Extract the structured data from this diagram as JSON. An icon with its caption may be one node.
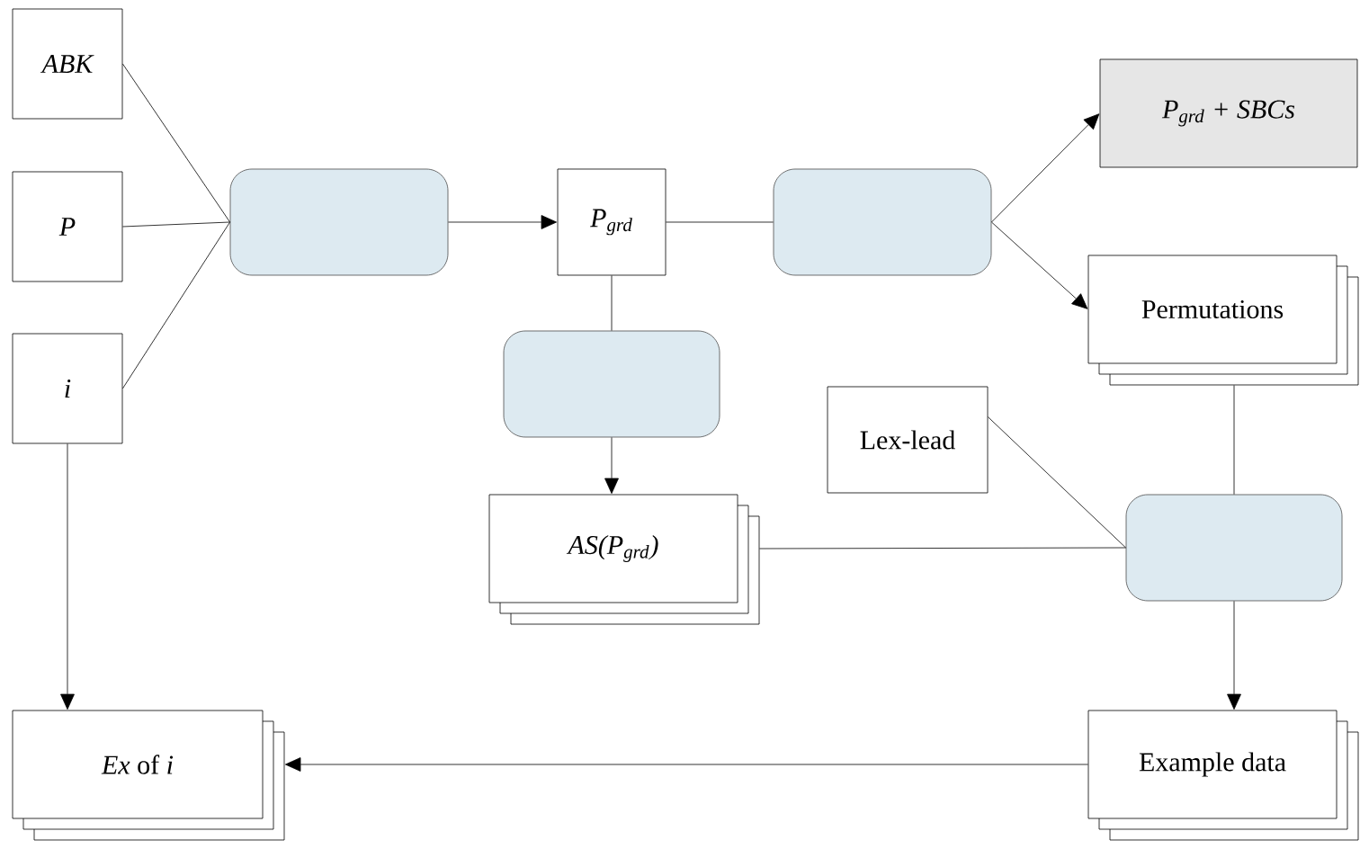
{
  "diagram": {
    "nodes": [
      {
        "text": [
          "ABK"
        ]
      },
      {
        "text": [
          "P"
        ]
      },
      {
        "text": [
          "i"
        ]
      },
      {
        "text": [],
        "shape": "box"
      },
      {
        "text": [
          "P$_{grd}$"
        ]
      },
      {
        "text": [],
        "shape": "box"
      },
      {
        "text": [
          "P$_{grd}$ + SBCs"
        ]
      },
      {
        "text": [
          "Permutations"
        ]
      },
      {
        "text": [],
        "shape": "box"
      },
      {
        "text": [
          "Lex-lead"
        ]
      },
      {
        "text": [
          "AS(P$_{grd}$)"
        ]
      },
      {
        "text": [],
        "shape": "box"
      },
      {
        "text": [
          "*Ex* of *i*"
        ]
      },
      {
        "text": [
          "Example data"
        ]
      }
    ],
    "edges": [
      {
        "from": 0,
        "to": 3,
        "arrow": "none"
      },
      {
        "from": 1,
        "to": 3,
        "arrow": "none"
      },
      {
        "from": 2,
        "to": 3,
        "arrow": "none"
      },
      {
        "from": 3,
        "to": 4,
        "arrow": "to"
      },
      {
        "from": 4,
        "to": 5,
        "arrow": "none"
      },
      {
        "from": 5,
        "to": 6,
        "arrow": "to"
      },
      {
        "from": 5,
        "to": 7,
        "arrow": "to"
      },
      {
        "from": 4,
        "to": 8,
        "arrow": "none"
      },
      {
        "from": 8,
        "to": 10,
        "arrow": "to"
      },
      {
        "from": 7,
        "to": 11,
        "arrow": "none"
      },
      {
        "from": 9,
        "to": 11,
        "arrow": "none"
      },
      {
        "from": 10,
        "to": 11,
        "arrow": "none"
      },
      {
        "from": 11,
        "to": 13,
        "arrow": "to"
      },
      {
        "from": 2,
        "to": 12,
        "arrow": "to"
      },
      {
        "from": 13,
        "to": 12,
        "arrow": "to"
      }
    ]
  }
}
